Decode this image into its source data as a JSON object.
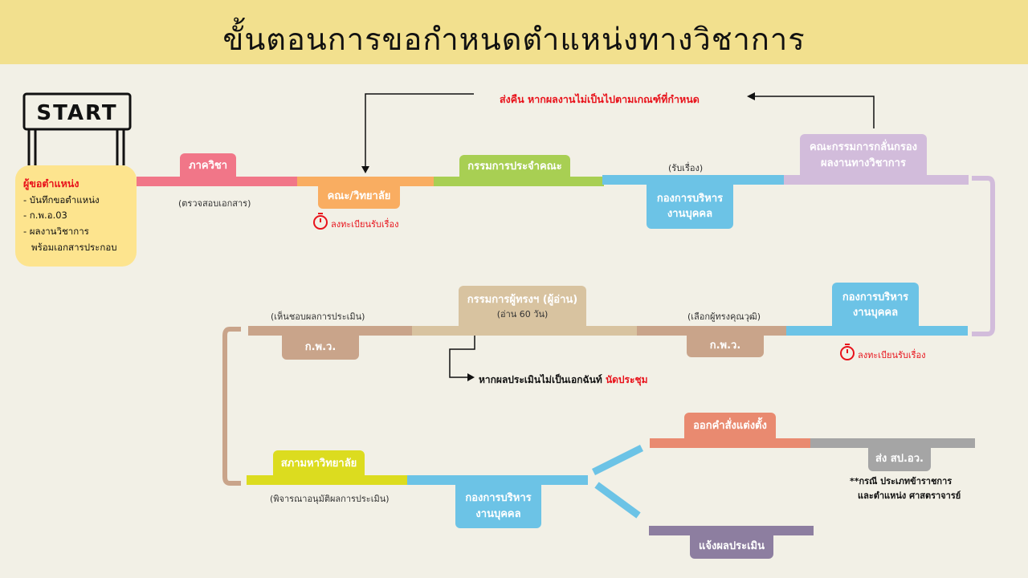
{
  "title": "ขั้นตอนการขอกำหนดตำแหน่งทางวิชาการ",
  "start_sign": "START",
  "start_card": {
    "heading": "ผู้ขอตำแหน่ง",
    "items": [
      "- บันทึกขอตำแหน่ง",
      "- ก.พ.อ.03",
      "- ผลงานวิชาการ",
      "พร้อมเอกสารประกอบ"
    ]
  },
  "return_note": "ส่งคืน หากผลงานไม่เป็นไปตามเกณฑ์ที่กำหนด",
  "row1": {
    "department": "ภาควิชา",
    "department_note": "(ตรวจสอบเอกสาร)",
    "faculty": "คณะ/วิทยาลัย",
    "faculty_note": "ลงทะเบียนรับเรื่อง",
    "faculty_committee": "กรรมการประจำคณะ",
    "receive_note": "(รับเรื่อง)",
    "personnel_line1": "กองการบริหาร",
    "personnel_line2": "งานบุคคล",
    "screening_line1": "คณะกรรมการกลั่นกรอง",
    "screening_line2": "ผลงานทางวิชาการ"
  },
  "row2": {
    "personnel_line1": "กองการบริหาร",
    "personnel_line2": "งานบุคคล",
    "personnel_note": "ลงทะเบียนรับเรื่อง",
    "select_note": "(เลือกผู้ทรงคุณวุฒิ)",
    "kpw_right": "ก.พ.ว.",
    "reviewers_title": "กรรมการผู้ทรงฯ (ผู้อ่าน)",
    "reviewers_note": "(อ่าน 60 วัน)",
    "approve_note": "(เห็นชอบผลการประเมิน)",
    "kpw_left": "ก.พ.ว.",
    "meeting_note_a": "หากผลประเมินไม่เป็นเอกฉันท์",
    "meeting_note_b": "นัดประชุม"
  },
  "row3": {
    "council": "สภามหาวิทยาลัย",
    "council_note": "(พิจารณาอนุมัติผลการประเมิน)",
    "personnel_line1": "กองการบริหาร",
    "personnel_line2": "งานบุคคล",
    "appoint": "ออกคำสั่งแต่งตั้ง",
    "send_ohec": "ส่ง สป.อว.",
    "special_note_1": "**กรณี ประเภทข้าราชการ",
    "special_note_2": "และตำแหน่ง ศาสตราจารย์",
    "notify": "แจ้งผลประเมิน"
  },
  "colors": {
    "pink": "#f17688",
    "orange": "#f9ad61",
    "green": "#a8cf53",
    "blue": "#6cc3e6",
    "lilac": "#d2bcdb",
    "tan": "#c9a48a",
    "sand": "#d8c3a0",
    "yellow": "#dcdc1f",
    "salmon": "#e98a70",
    "gray": "#a5a5a5",
    "purple": "#8d7ea0",
    "red": "#e8121b",
    "header": "#f2e08e"
  }
}
